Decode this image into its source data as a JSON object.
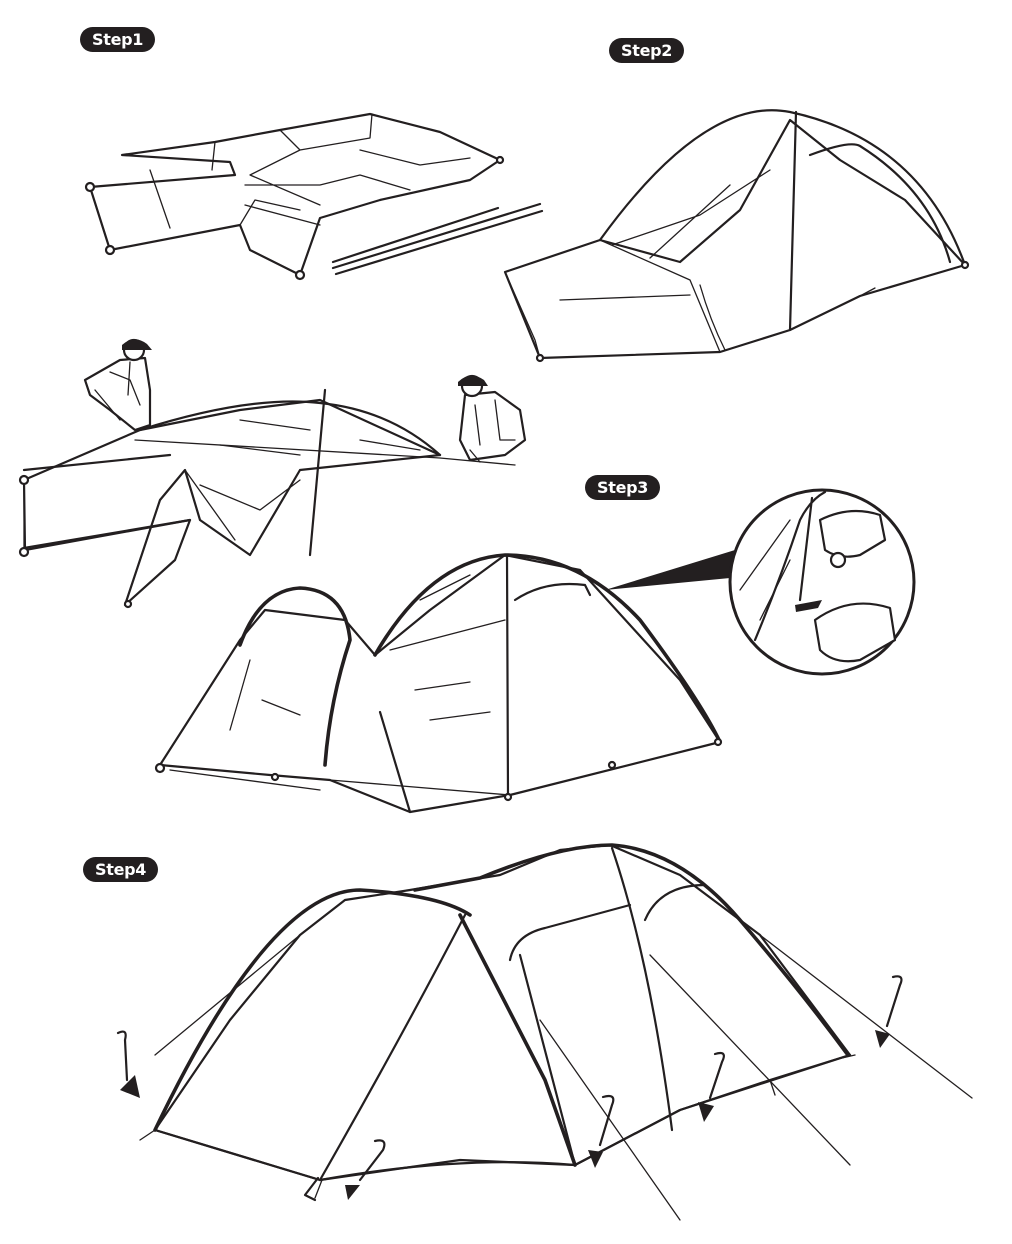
{
  "steps": [
    {
      "label": "Step1"
    },
    {
      "label": "Step2"
    },
    {
      "label": "Step3"
    },
    {
      "label": "Step4"
    }
  ],
  "colors": {
    "ink": "#231f20",
    "paper": "#ffffff"
  }
}
